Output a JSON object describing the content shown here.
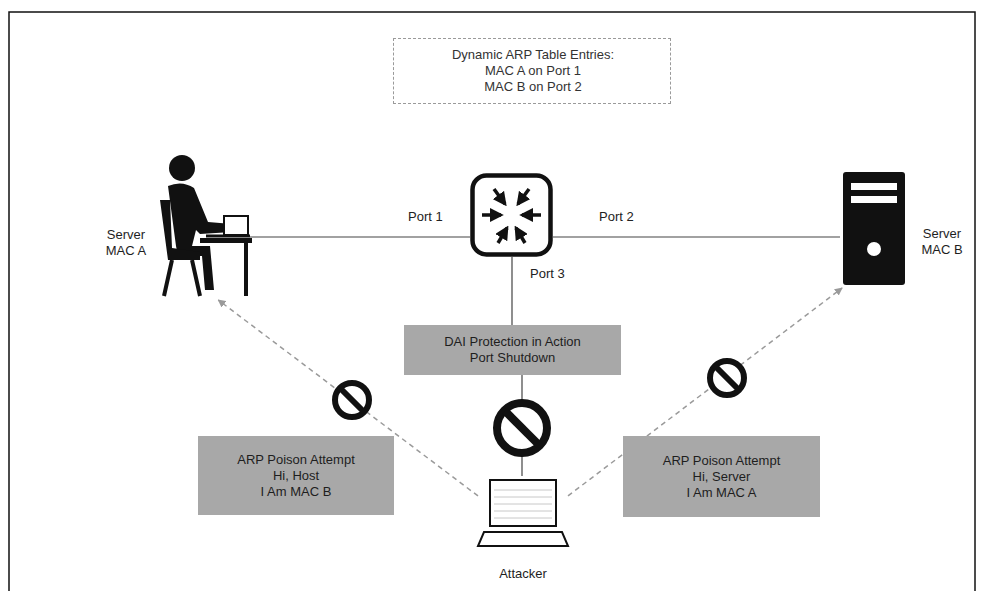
{
  "diagram": {
    "nodes": [
      {
        "text": [
          "Dynamic ARP Table Entries:",
          "MAC A on Port 1",
          "MAC B on Port 2"
        ]
      },
      {
        "text": [
          "Server",
          "MAC A"
        ]
      },
      {
        "text": []
      },
      {
        "text": [
          "Server",
          "MAC B"
        ]
      },
      {
        "text": [
          "DAI Protection in Action",
          "Port Shutdown"
        ]
      },
      {
        "text": [
          "ARP Poison Attempt",
          "Hi, Host",
          "I Am MAC B"
        ]
      },
      {
        "text": [
          "ARP Poison Attempt",
          "Hi, Server",
          "I Am MAC A"
        ]
      },
      {
        "text": [
          "Attacker"
        ]
      }
    ],
    "edges": [
      {
        "from": 1,
        "to": 2,
        "label": "Port 1",
        "arrow": "none"
      },
      {
        "from": 2,
        "to": 3,
        "label": "Port 2",
        "arrow": "none"
      },
      {
        "from": 2,
        "to": 4,
        "label": "Port 3",
        "arrow": "none"
      },
      {
        "from": 4,
        "to": 7,
        "arrow": "none"
      },
      {
        "from": 7,
        "to": 1,
        "arrow": "to"
      },
      {
        "from": 7,
        "to": 3,
        "arrow": "to"
      }
    ]
  }
}
